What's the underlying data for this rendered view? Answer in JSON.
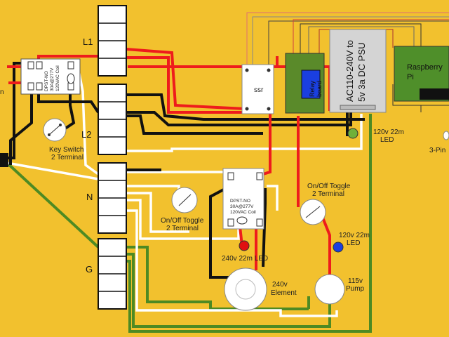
{
  "terminal_blocks": {
    "l1": "L1",
    "l2": "L2",
    "n": "N",
    "g": "G"
  },
  "components": {
    "ssr": "ssr",
    "relay_board": "Relay\nboard",
    "psu_line1": "AC110-240V to",
    "psu_line2": "5v 3a DC PSU",
    "pi_line1": "Raspberry",
    "pi_line2": "Pi",
    "contactor_left": [
      "DPST-NO",
      "30A@277V",
      "120VAC Coil"
    ],
    "contactor_mid": [
      "DPST-NO",
      "30A@277V",
      "120VAC Coil"
    ],
    "key_switch": [
      "Key Switch",
      "2 Terminal"
    ],
    "toggle_left": [
      "On/Off Toggle",
      "2 Terminal"
    ],
    "toggle_right": [
      "On/Off Toggle",
      "2 Terminal"
    ],
    "led_red": "240v 22m LED",
    "led_green": [
      "120v 22m",
      "LED"
    ],
    "led_blue": [
      "120v 22m",
      "LED"
    ],
    "element": [
      "240v",
      "Element"
    ],
    "pump": [
      "115v",
      "Pump"
    ],
    "three_pin": "3-Pin",
    "edge_fragment": "n"
  },
  "colors": {
    "background": "#f2c12e",
    "wire_hot": "#ee1c1c",
    "wire_black": "#111111",
    "wire_white": "#ffffff",
    "wire_ground": "#4e8a23",
    "relay_green": "#5a8a2a",
    "pi_green": "#4f8f2a",
    "psu_gray": "#d4d4d4",
    "led_red": "#e01010",
    "led_green": "#6fb03a",
    "led_blue": "#1a3fe0"
  }
}
